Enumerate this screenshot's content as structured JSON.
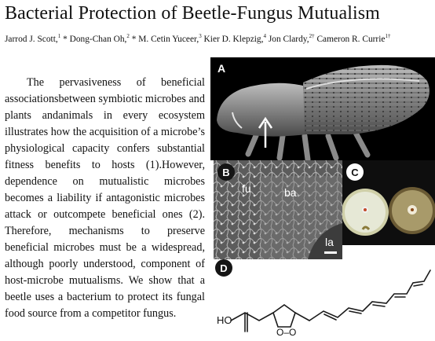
{
  "title": "Bacterial Protection of Beetle-Fungus Mutualism",
  "authors": [
    {
      "name": "Jarrod J. Scott,",
      "sup": "1"
    },
    {
      "name": " * Dong-Chan Oh,",
      "sup": "2"
    },
    {
      "name": " * M. Cetin Yuceer,",
      "sup": "3"
    },
    {
      "name": " Kier D. Klepzig,",
      "sup": "4"
    },
    {
      "name": " Jon Clardy,",
      "sup": "2†"
    },
    {
      "name": " Cameron R. Currie",
      "sup": "1†"
    }
  ],
  "abstract": "The pervasiveness of beneficial associationsbetween symbiotic microbes and plants andanimals in every ecosystem illustrates how the acquisition of a microbe’s physiological capacity confers substantial fitness benefits to hosts (1).However, dependence on mutualistic microbes becomes a liability if antagonistic microbes attack or outcompete beneficial ones (2). Therefore, mechanisms to preserve beneficial microbes must be a widespread, although poorly understood, component of host-microbe mutualisms. We show that a beetle uses a bacterium to protect its fungal food source from a competitor fungus.",
  "figure": {
    "panel_a": {
      "label": "A"
    },
    "panel_b": {
      "label": "B",
      "fu": "fu",
      "ba": "ba",
      "la": "la"
    },
    "panel_c": {
      "label": "C"
    },
    "panel_d": {
      "label": "D",
      "acid_label": "HO",
      "ring_label": "O–O"
    }
  }
}
